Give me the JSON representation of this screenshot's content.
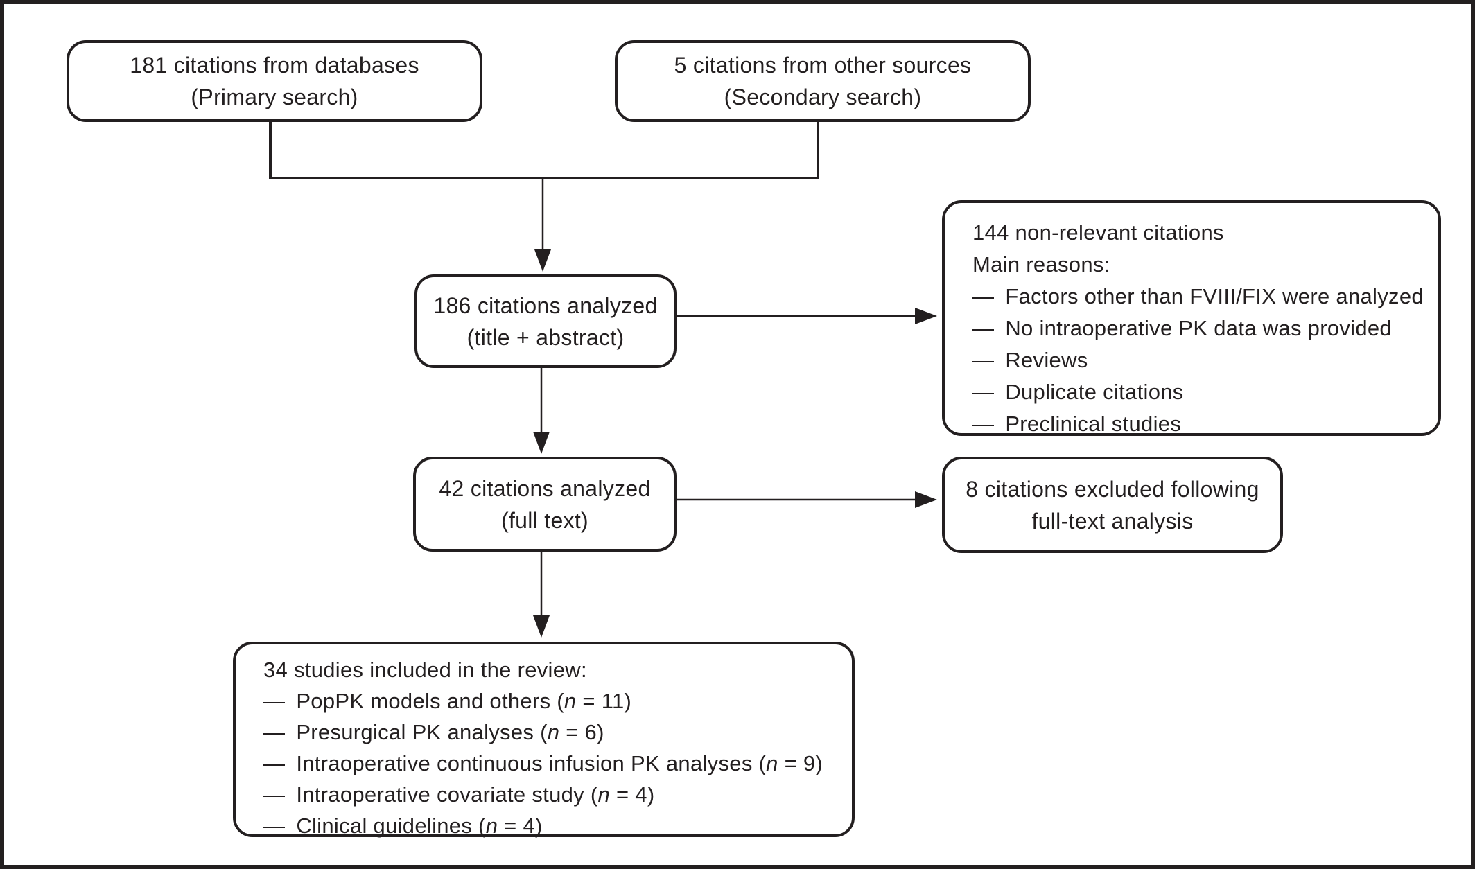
{
  "diagram": {
    "colors": {
      "ink": "#231f20",
      "background": "#ffffff"
    },
    "dash": "—",
    "boxes": {
      "primary": {
        "lines": [
          "181 citations from databases",
          "(Primary search)"
        ]
      },
      "secondary": {
        "lines": [
          "5 citations from other sources",
          "(Secondary search)"
        ]
      },
      "title_abstract": {
        "lines": [
          "186 citations analyzed",
          "(title + abstract)"
        ]
      },
      "non_relevant": {
        "title": "144 non-relevant citations",
        "subtitle": "Main reasons:",
        "reasons": [
          "Factors other than FVIII/FIX were analyzed",
          "No intraoperative PK data was provided",
          "Reviews",
          "Duplicate citations",
          "Preclinical studies"
        ]
      },
      "full_text": {
        "lines": [
          "42 citations analyzed",
          "(full text)"
        ]
      },
      "excluded": {
        "lines": [
          "8 citations excluded following",
          "full-text analysis"
        ]
      },
      "included": {
        "title": "34 studies included in the review:",
        "items": [
          {
            "pre": "PopPK models and others (",
            "var": "n",
            "post": " = 11)"
          },
          {
            "pre": "Presurgical PK analyses (",
            "var": "n",
            "post": " = 6)"
          },
          {
            "pre": "Intraoperative continuous infusion PK analyses (",
            "var": "n",
            "post": " = 9)"
          },
          {
            "pre": "Intraoperative covariate study (",
            "var": "n",
            "post": " = 4)"
          },
          {
            "pre": "Clinical guidelines (",
            "var": "n",
            "post": " = 4)"
          }
        ]
      }
    }
  }
}
